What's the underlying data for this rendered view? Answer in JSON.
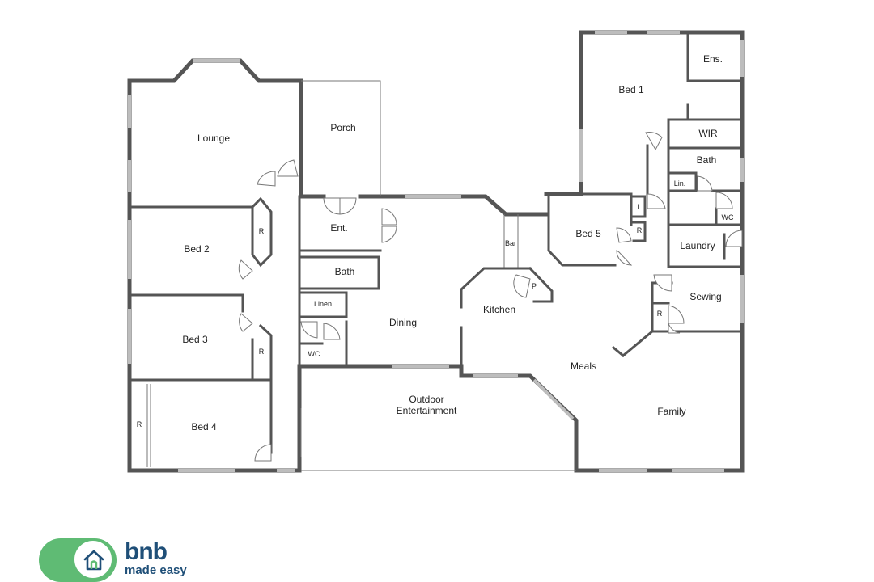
{
  "rooms": {
    "lounge": "Lounge",
    "porch": "Porch",
    "bed2": "Bed 2",
    "bed3": "Bed 3",
    "bed4": "Bed 4",
    "ent": "Ent.",
    "bath_main": "Bath",
    "linen": "Linen",
    "wc_main": "WC",
    "dining": "Dining",
    "outdoor_line1": "Outdoor",
    "outdoor_line2": "Entertainment",
    "bar": "Bar",
    "pantry": "P",
    "kitchen": "Kitchen",
    "meals": "Meals",
    "family": "Family",
    "bed1": "Bed 1",
    "ens": "Ens.",
    "wir": "WIR",
    "bath_ens": "Bath",
    "lin_small": "Lin.",
    "wc_laundry": "WC",
    "bed5": "Bed 5",
    "laundry_l": "L",
    "laundry": "Laundry",
    "sewing": "Sewing",
    "robe_bed2": "R",
    "robe_bed3": "R",
    "robe_bed4": "R",
    "robe_bed5": "R",
    "robe_sewing": "R"
  },
  "brand": {
    "name": "bnb",
    "tagline": "made easy",
    "colors": {
      "pill": "#5fbb74",
      "text": "#1f4f78"
    },
    "icon": "house-icon"
  }
}
